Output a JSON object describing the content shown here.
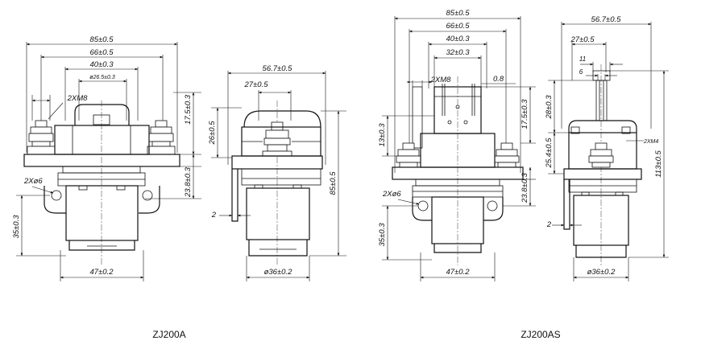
{
  "zj200a_front": {
    "dim_width_overall": "85±0.5",
    "dim_width_66": "66±0.5",
    "dim_width_40": "40±0.3",
    "dim_dia_26_5": "ø26.5±0.3",
    "label_terminal": "2XM8",
    "dim_height_17_5": "17.5±0.3",
    "dim_height_23_8": "23.8±0.3",
    "label_holes": "2Xø6",
    "dim_height_35": "35±0.3",
    "dim_base_47": "47±0.2"
  },
  "zj200a_side": {
    "dim_width_56_7": "56.7±0.5",
    "dim_width_27": "27±0.5",
    "dim_height_26": "26±0.5",
    "dim_height_85": "85±0.5",
    "dim_plate_2": "2",
    "dim_dia_36": "ø36±0.2"
  },
  "zj200as_front": {
    "dim_width_overall": "85±0.5",
    "dim_width_66": "66±0.5",
    "dim_width_40": "40±0.3",
    "dim_width_32": "32±0.3",
    "label_terminal": "2XM8",
    "dim_tab_0_8": "0.8",
    "dim_height_13": "13±0.3",
    "dim_height_17_5": "17.5±0.3",
    "dim_height_23_8": "23.8±0.3",
    "label_holes": "2Xø6",
    "dim_height_35": "35±0.3",
    "dim_base_47": "47±0.2"
  },
  "zj200as_side": {
    "dim_width_56_7": "56.7±0.5",
    "dim_width_27": "27±0.5",
    "dim_tab_11": "11",
    "dim_tab_6": "6",
    "dim_height_28": "28±0.3",
    "dim_height_25_4": "25.4±0.5",
    "label_terminal": "2XM4",
    "dim_height_113": "113±0.5",
    "dim_plate_2": "2",
    "dim_dia_36": "ø36±0.2"
  },
  "captions": {
    "left": "ZJ200A",
    "right": "ZJ200AS"
  }
}
